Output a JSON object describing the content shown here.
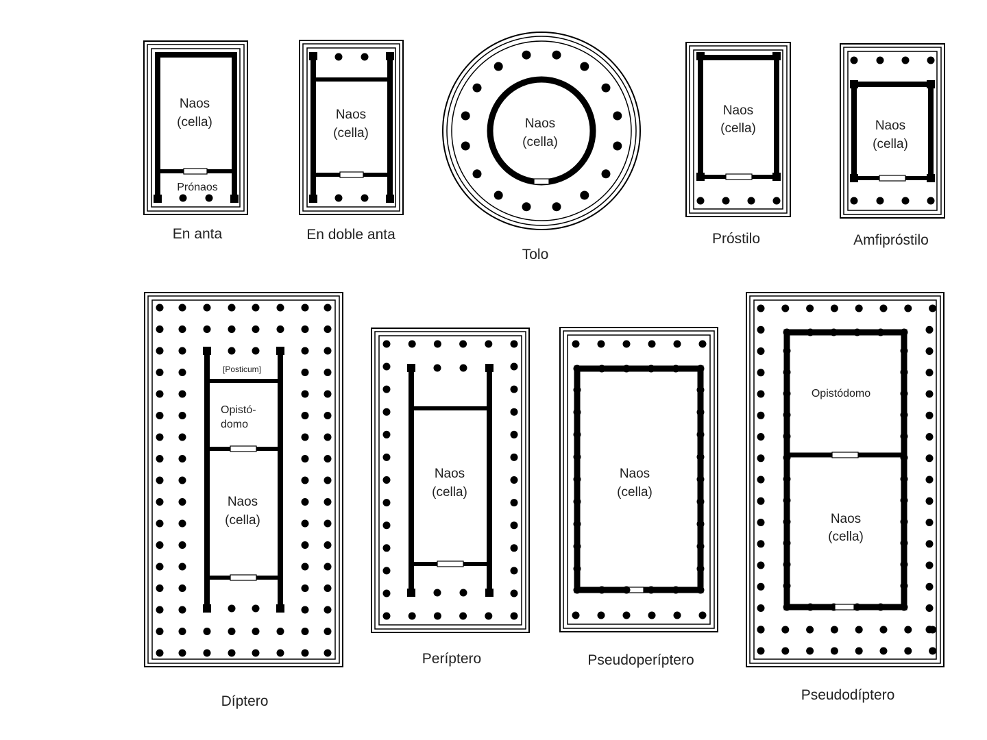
{
  "colors": {
    "ink": "#000000",
    "text": "#222222",
    "background": "#ffffff"
  },
  "plans": {
    "en_anta": {
      "caption": "En anta",
      "naos_1": "Naos",
      "naos_2": "(cella)",
      "pronaos": "Prónaos"
    },
    "en_doble_anta": {
      "caption": "En doble anta",
      "naos_1": "Naos",
      "naos_2": "(cella)"
    },
    "tolo": {
      "caption": "Tolo",
      "naos_1": "Naos",
      "naos_2": "(cella)"
    },
    "prostilo": {
      "caption": "Próstilo",
      "naos_1": "Naos",
      "naos_2": "(cella)"
    },
    "amfiprostilo": {
      "caption": "Amfipróstilo",
      "naos_1": "Naos",
      "naos_2": "(cella)"
    },
    "diptero": {
      "caption": "Díptero",
      "posticum": "[Posticum]",
      "opisto_1": "Opistó-",
      "opisto_2": "domo",
      "naos_1": "Naos",
      "naos_2": "(cella)"
    },
    "periptero": {
      "caption": "Períptero",
      "naos_1": "Naos",
      "naos_2": "(cella)"
    },
    "pseudoperiptero": {
      "caption": "Pseudoperíptero",
      "naos_1": "Naos",
      "naos_2": "(cella)"
    },
    "pseudodiptero": {
      "caption": "Pseudodíptero",
      "opistodomo": "Opistódomo",
      "naos_1": "Naos",
      "naos_2": "(cella)"
    }
  }
}
